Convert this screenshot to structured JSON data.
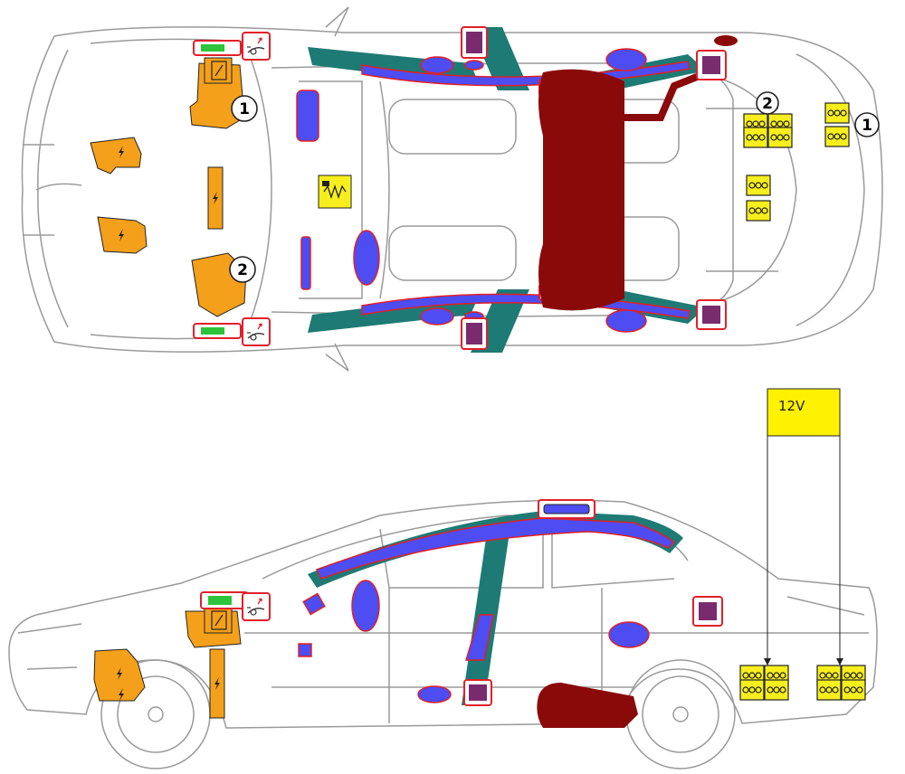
{
  "callouts": {
    "top_front_1": "1",
    "top_front_2": "2",
    "top_rear_1": "1",
    "top_rear_2": "2"
  },
  "voltage_label": "12V",
  "colors": {
    "body_outline": "#9a9a9a",
    "hv_component": "#f5a01a",
    "battery_12v": "#f7ee1e",
    "airbag": "#4d4df2",
    "airbag_border": "#e0202a",
    "reinforcement": "#1e7a74",
    "fuel_tank": "#8a0a0a",
    "gas_generator": "#7a2b6e",
    "highlight_box": "#e0202a",
    "label_box": "#fff200"
  },
  "icons": {
    "hv_lightning": "high-voltage-lightning-icon",
    "pretensioner": "seat-belt-pretensioner-icon",
    "hood_actuator": "active-hood-actuator-icon",
    "battery_cells": "battery-cell-icon"
  }
}
